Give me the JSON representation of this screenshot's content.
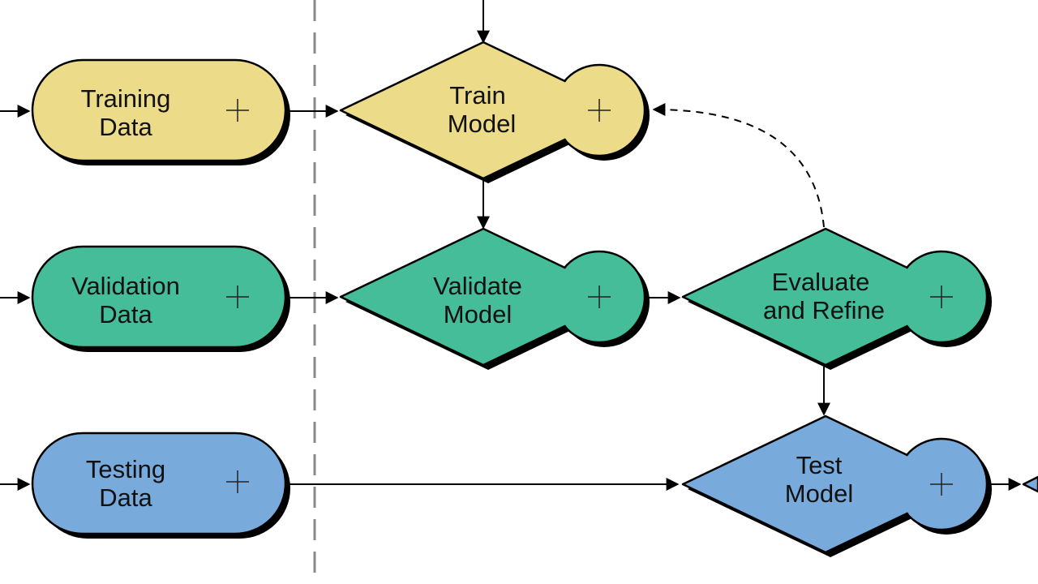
{
  "colors": {
    "yellow": "#ecdb88",
    "green": "#45bd99",
    "blue": "#78abdc",
    "shadow": "#000000",
    "lane_divider": "#8a8a8a"
  },
  "nodes": {
    "training_data": {
      "line1": "Training",
      "line2": "Data"
    },
    "validation_data": {
      "line1": "Validation",
      "line2": "Data"
    },
    "testing_data": {
      "line1": "Testing",
      "line2": "Data"
    },
    "train_model": {
      "line1": "Train",
      "line2": "Model"
    },
    "validate_model": {
      "line1": "Validate",
      "line2": "Model"
    },
    "evaluate_refine": {
      "line1": "Evaluate",
      "line2": "and Refine"
    },
    "test_model": {
      "line1": "Test",
      "line2": "Model"
    }
  },
  "expand_symbol": "+",
  "icons": {
    "expand": "plus-icon",
    "arrow": "arrowhead-icon"
  }
}
